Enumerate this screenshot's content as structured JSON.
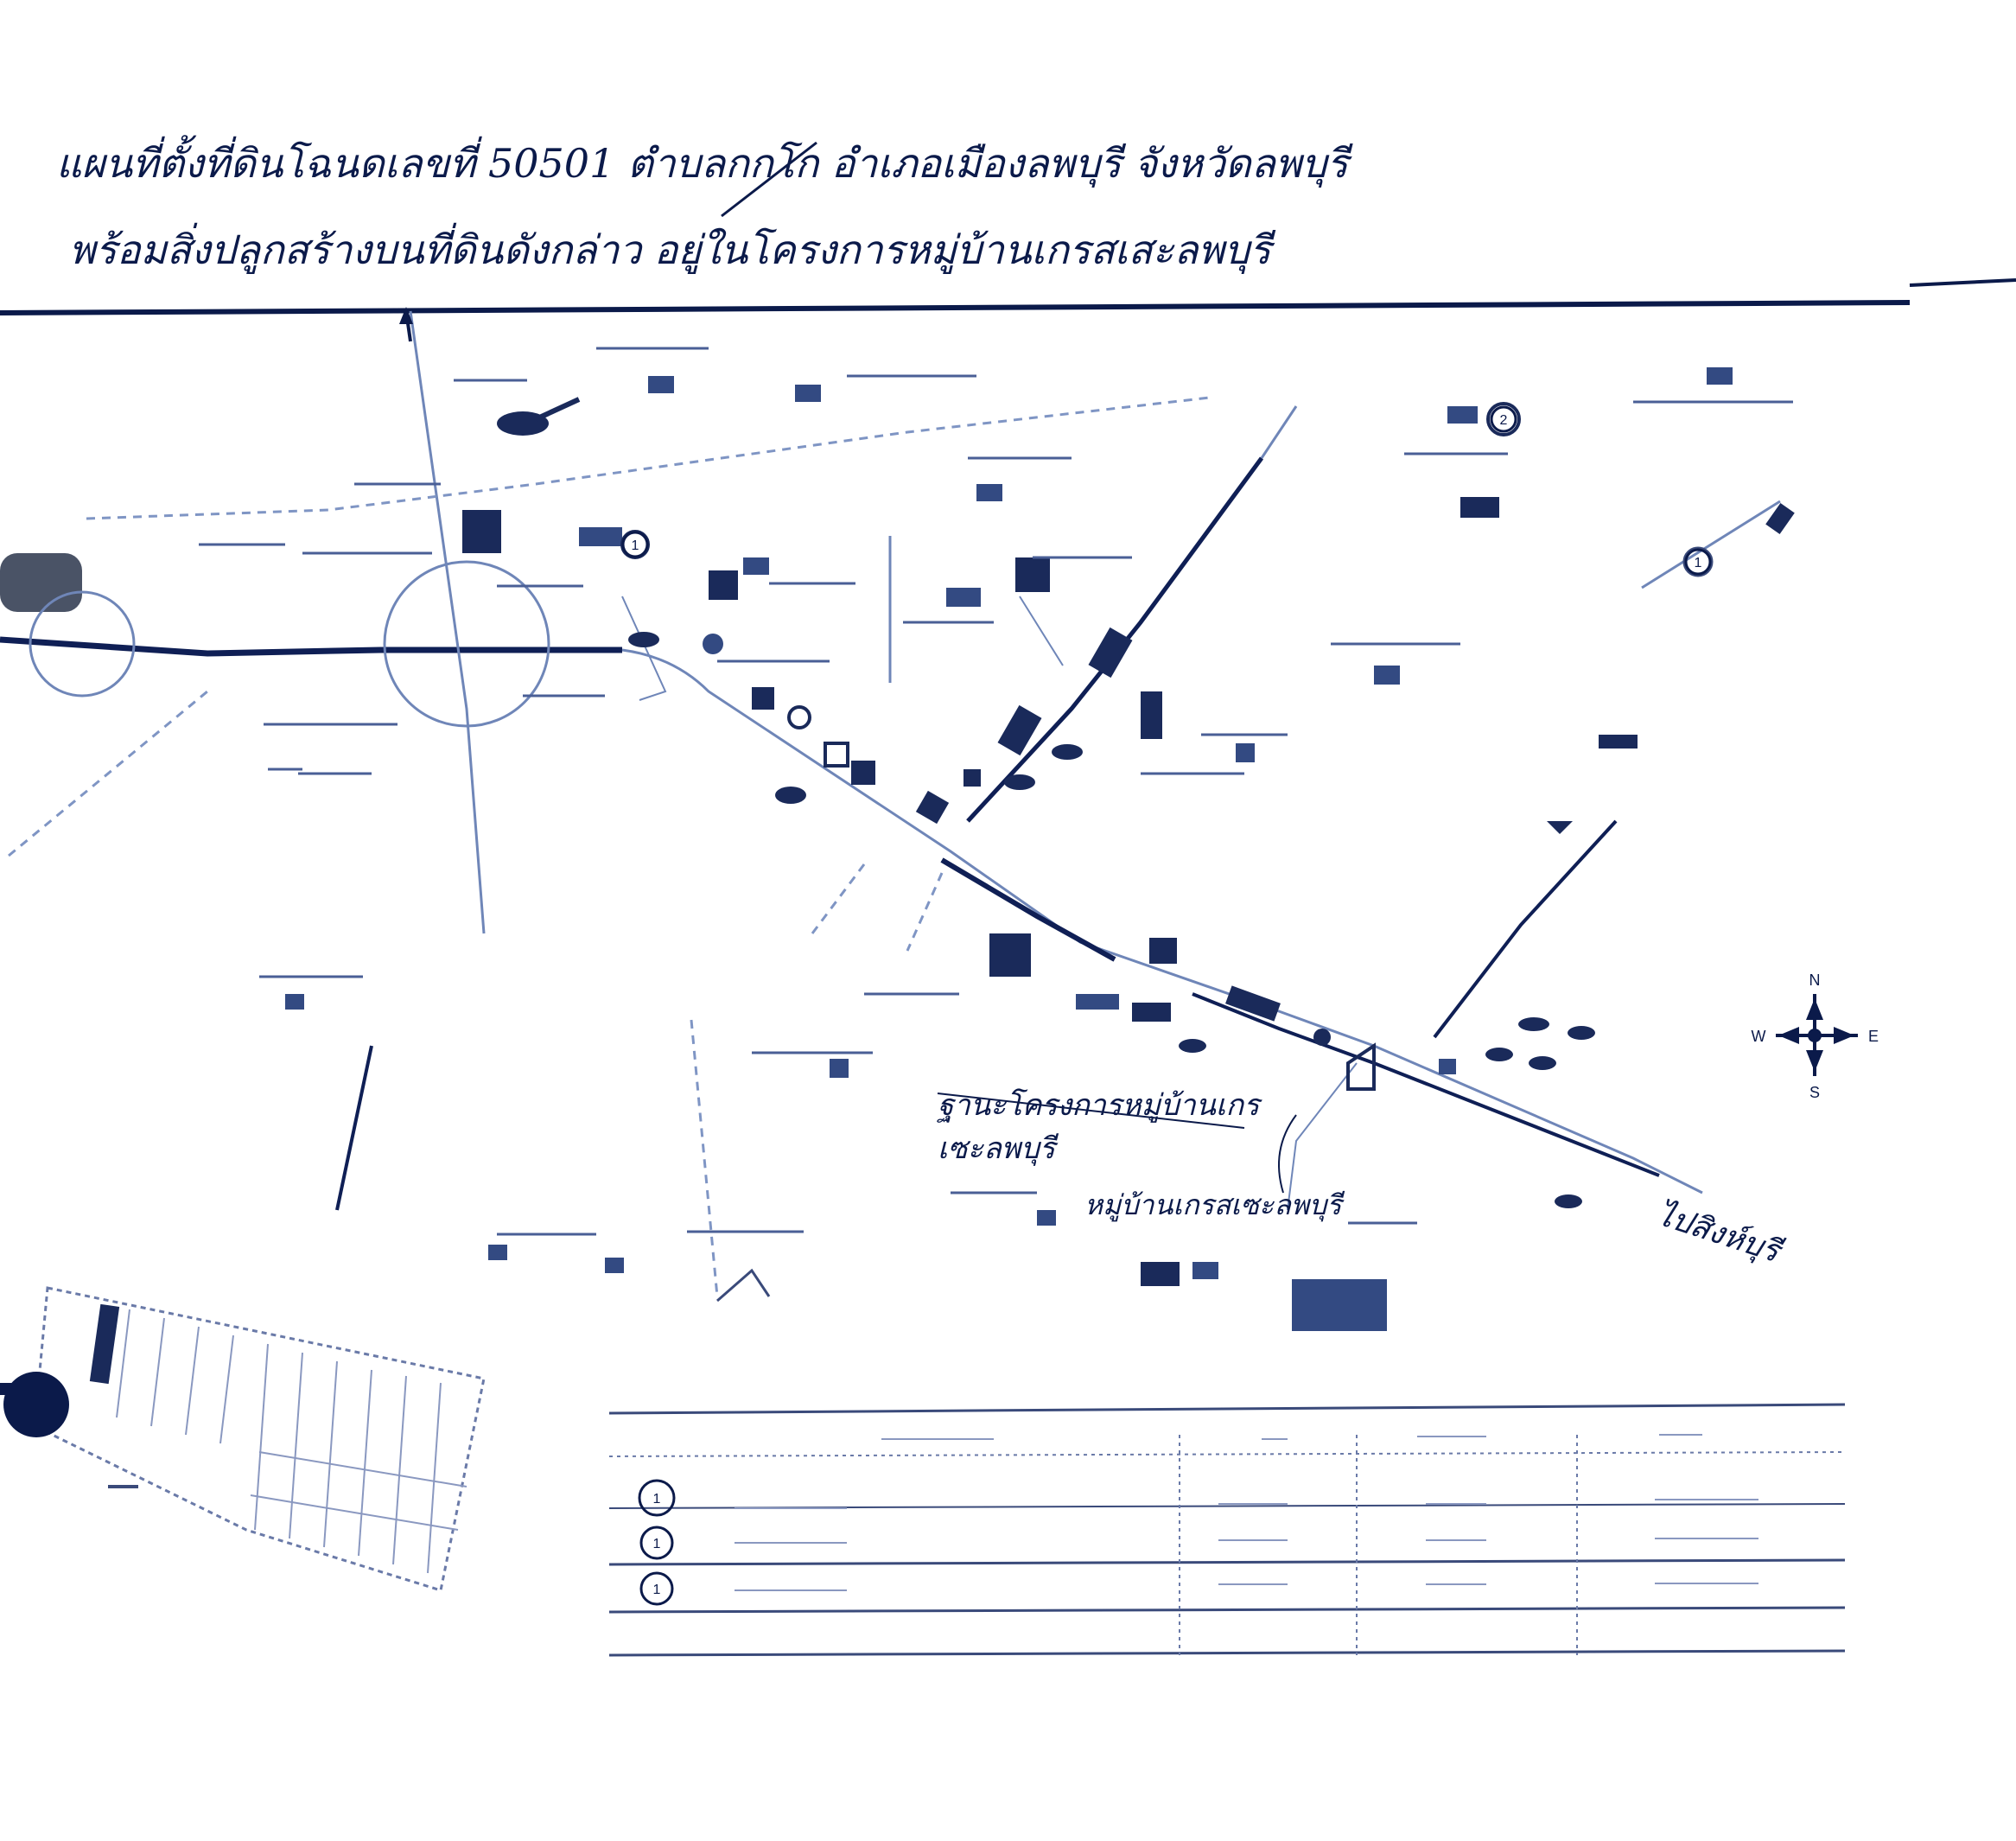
{
  "document": {
    "title_line1": "แผนที่ตั้งที่ดินโฉนดเลขที่ 50501 ตำบลกกโก อำเภอเมืองลพบุรี จังหวัดลพบุรี",
    "title_line2": "พร้อมสิ่งปลูกสร้างบนที่ดินดังกล่าว อยู่ในโครงการหมู่บ้านเกรสเสะลพบุรี"
  },
  "map": {
    "annotations": {
      "project_note_line1": "ฐานะโครงการหมู่บ้านเกร",
      "project_note_line2": "เซะลพบุรี",
      "village_label": "หมู่บ้านเกรสเซะลพบุรี",
      "direction_label": "ไปสิงห์บุรี"
    },
    "compass": {
      "north": "N",
      "south": "S",
      "east": "E",
      "west": "W"
    },
    "markers": [
      "1",
      "2",
      "1"
    ],
    "colors": {
      "ink": "#0b1a4a",
      "roads": "#6f86b8",
      "main_road": "#0f1f55",
      "left_tab": "#4a5366"
    },
    "icons": [
      "compass-rose-icon",
      "location-pin-icon",
      "building-icon"
    ]
  },
  "legend_table": {
    "row_markers": [
      "1",
      "1",
      "1"
    ]
  }
}
